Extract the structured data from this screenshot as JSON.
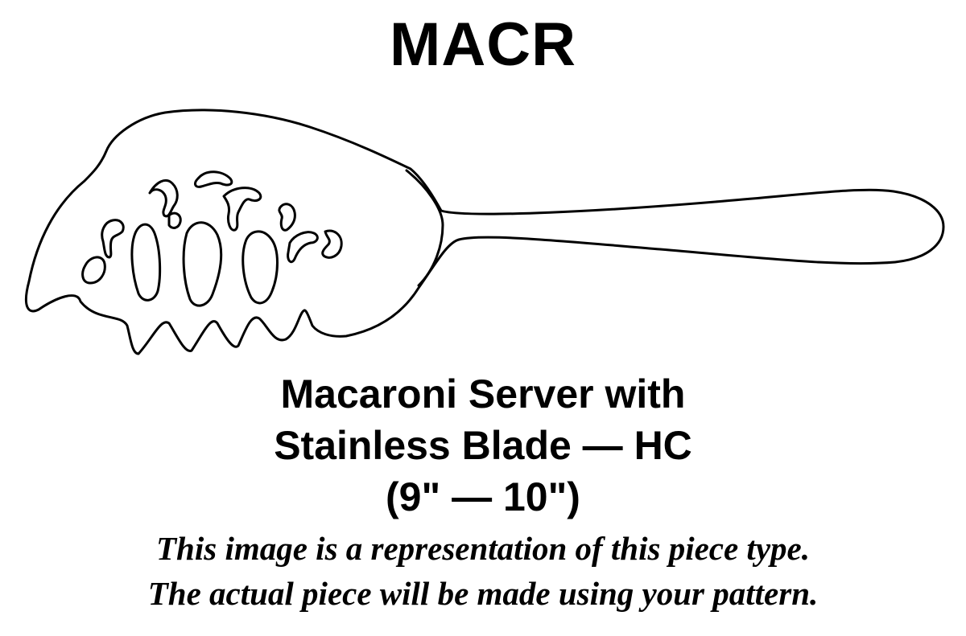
{
  "header": {
    "code": "MACR"
  },
  "illustration": {
    "icon": "macaroni-server-icon",
    "stroke_color": "#000000",
    "background_color": "#ffffff"
  },
  "piece": {
    "title_line_1": "Macaroni Server with",
    "title_line_2": "Stainless Blade — HC",
    "size": "(9\" — 10\")"
  },
  "disclaimer": {
    "line_1": "This image is a representation of this piece type.",
    "line_2": "The actual piece will be made using your pattern."
  }
}
